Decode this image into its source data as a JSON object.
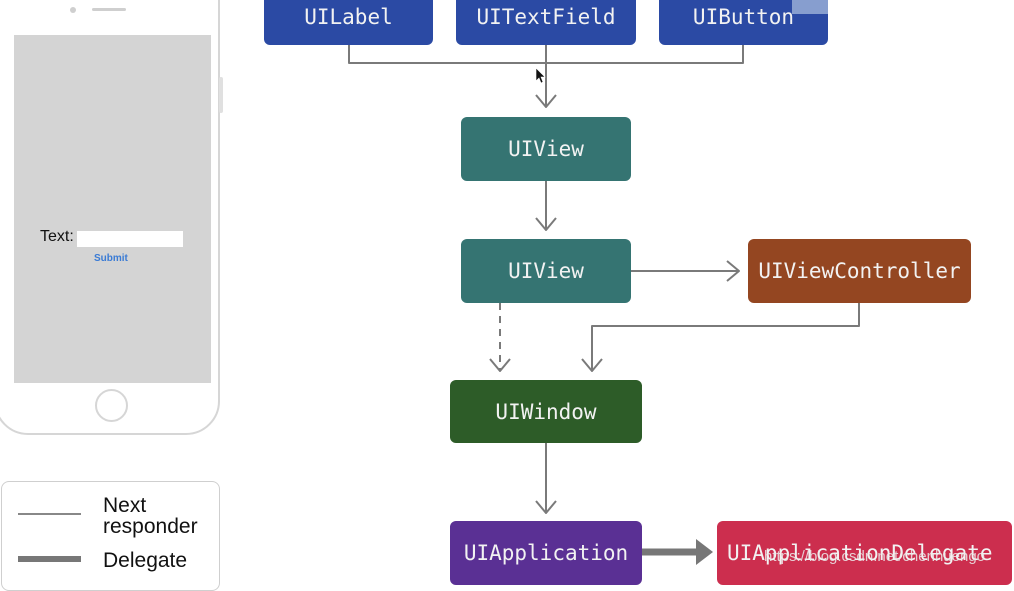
{
  "phone": {
    "text_label": "Text:",
    "submit_label": "Submit"
  },
  "legend": {
    "next_responder": "Next responder",
    "delegate": "Delegate"
  },
  "boxes": {
    "uilabel": "UILabel",
    "uitextfield": "UITextField",
    "uibutton": "UIButton",
    "uiview_top": "UIView",
    "uiview_bottom": "UIView",
    "uiviewcontroller": "UIViewController",
    "uiwindow": "UIWindow",
    "uiapplication": "UIApplication",
    "uiapplicationdelegate": "UIApplicationDelegate"
  },
  "colors": {
    "uikit_control": "#2b4aa4",
    "view": "#357472",
    "view_controller": "#944621",
    "window": "#2d5c28",
    "application": "#5a3094",
    "app_delegate": "#cc2e4e",
    "arrow": "#7a7a7a"
  },
  "watermark": "https://blog.csdn.net/chenhuengo"
}
